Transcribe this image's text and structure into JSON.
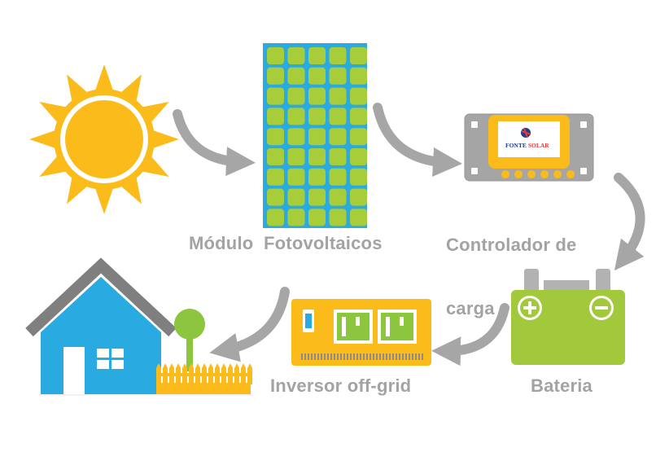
{
  "labels": {
    "panel": "Módulo  Fotovoltaicos",
    "controller_line1": "Controlador de",
    "controller_line2": "carga",
    "battery": "Bateria",
    "inverter": "Inversor off-grid"
  },
  "controller_logo": {
    "text_a": "FONTE",
    "text_b": "SOLAR"
  },
  "colors": {
    "sun": "#fbbc1b",
    "panel_frame": "#29abe2",
    "panel_cell": "#a7cd3b",
    "controller_body": "#a5a5a5",
    "controller_accent": "#fbbc1b",
    "battery_body": "#a2c83c",
    "battery_terminal": "#b2b2b2",
    "inverter_body": "#fbbc1b",
    "inverter_panel": "#8cc63f",
    "house_wall": "#29abe2",
    "house_roof": "#7f7f7f",
    "tree": "#8cc63f",
    "fence": "#fbbc1b",
    "arrow": "#a6a6a6",
    "label_text": "#a3a3a3"
  }
}
